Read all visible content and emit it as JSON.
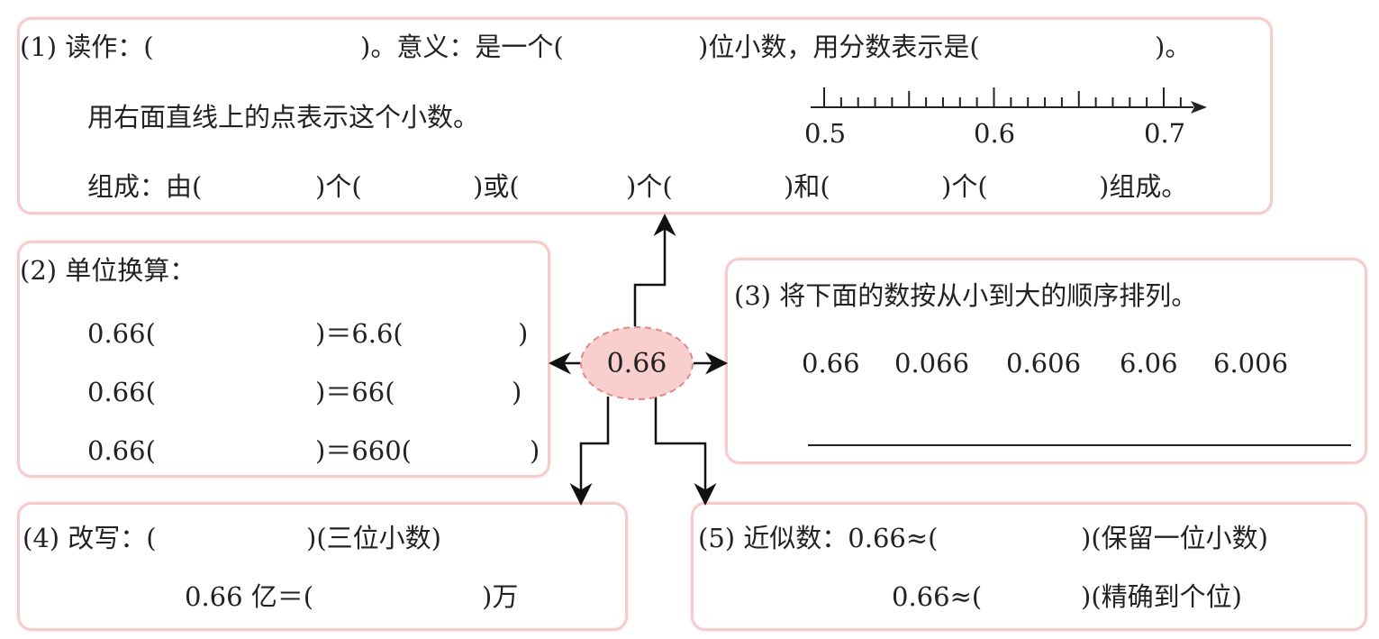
{
  "center": {
    "value": "0.66",
    "fill": "#f8cfcc",
    "stroke": "#e08a86"
  },
  "box1": {
    "line1": [
      "(1) 读作：(",
      ")。意义：是一个(",
      ")位小数，用分数表示是(",
      ")。"
    ],
    "line2": "用右面直线上的点表示这个小数。",
    "line3": [
      "组成：由(",
      ")个(",
      ")或(",
      ")个(",
      ")和(",
      ")个(",
      ")组成。"
    ],
    "numberline": {
      "labels": [
        "0.5",
        "0.6",
        "0.7"
      ],
      "start": 0.5,
      "end": 0.71,
      "step": 0.01
    }
  },
  "box2": {
    "title": "(2) 单位换算：",
    "rows": [
      {
        "a": "0.66(",
        "b": ")＝6.6(",
        "c": ")"
      },
      {
        "a": "0.66(",
        "b": ")＝66(",
        "c": ")"
      },
      {
        "a": "0.66(",
        "b": ")＝660(",
        "c": ")"
      }
    ]
  },
  "box3": {
    "title": "(3) 将下面的数按从小到大的顺序排列。",
    "numbers": [
      "0.66",
      "0.066",
      "0.606",
      "6.06",
      "6.006"
    ]
  },
  "box4": {
    "line1": [
      "(4) 改写：(",
      ")(三位小数)"
    ],
    "line2": [
      "0.66 亿＝(",
      ")万"
    ]
  },
  "box5": {
    "line1": [
      "(5) 近似数：0.66≈(",
      ")(保留一位小数)"
    ],
    "line2": [
      "0.66≈(",
      ")(精确到个位)"
    ]
  }
}
